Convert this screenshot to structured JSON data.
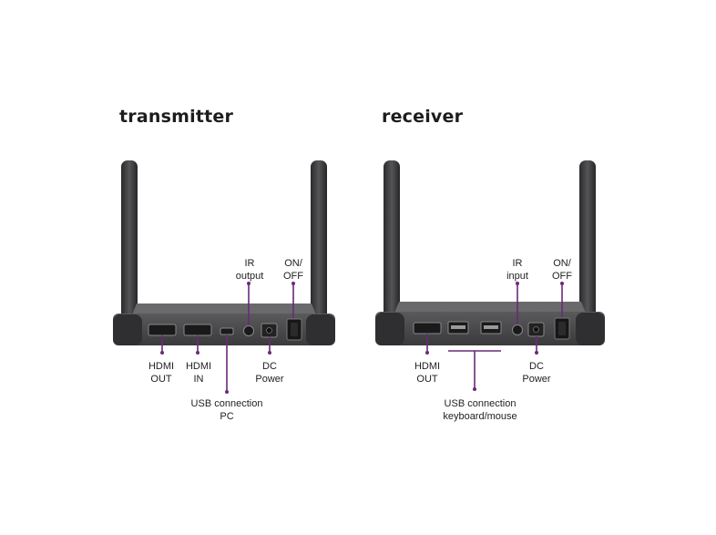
{
  "colors": {
    "accent": "#6a2a78",
    "device_body": "#4a4a4c",
    "device_dark": "#2c2c2e",
    "antenna": "#3b3b3d"
  },
  "transmitter": {
    "title": "transmitter",
    "labels": {
      "ir": [
        "IR",
        "output"
      ],
      "onoff": [
        "ON/",
        "OFF"
      ],
      "hdmi_out": [
        "HDMI",
        "OUT"
      ],
      "hdmi_in": [
        "HDMI",
        "IN"
      ],
      "dc": [
        "DC",
        "Power"
      ],
      "usb": [
        "USB connection",
        "PC"
      ]
    }
  },
  "receiver": {
    "title": "receiver",
    "labels": {
      "ir": [
        "IR",
        "input"
      ],
      "onoff": [
        "ON/",
        "OFF"
      ],
      "hdmi_out": [
        "HDMI",
        "OUT"
      ],
      "dc": [
        "DC",
        "Power"
      ],
      "usb": [
        "USB connection",
        "keyboard/mouse"
      ]
    }
  }
}
